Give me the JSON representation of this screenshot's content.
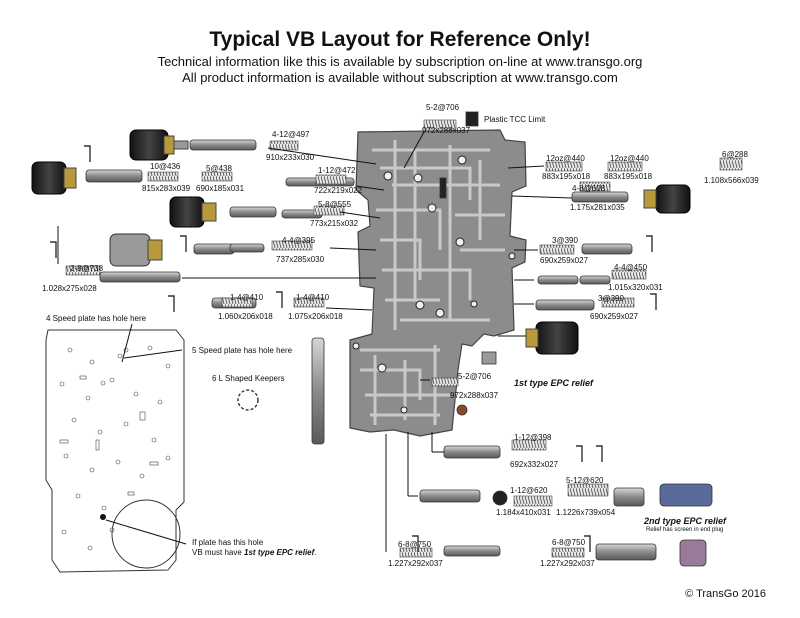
{
  "header": {
    "title": "Typical VB Layout for Reference Only!",
    "line1": "Technical information like this is available by subscription on-line at www.transgo.org",
    "line2": "All product information is available without subscription at www.transgo.com"
  },
  "labels": {
    "s52_top_spec": "5-2@706",
    "s52_top_dims": "972x288x037",
    "tcc_limit": "Plastic TCC Limit",
    "s412_spec": "4-12@497",
    "s412_dims": "910x233x030",
    "s112_spec": "1-12@472",
    "s112_dims": "722x219x022",
    "s10_spec": "10@436",
    "s10_dims": "815x283x039",
    "s5_spec": "5@438",
    "s5_dims": "690x185x031",
    "s58_spec": "5-8@555",
    "s58_dims": "773x215x032",
    "s12oz_a_spec": "12oz@440",
    "s12oz_a_dims": "883x195x018",
    "s12oz_b_spec": "12oz@440",
    "s12oz_b_dims": "883x195x018",
    "s6_spec": "6@288",
    "s6_dims": "1.108x566x039",
    "s48_spec": "4-8@608",
    "s48_dims": "1.175x281x035",
    "s44a_spec": "4-4@395",
    "s44a_dims": "737x285x030",
    "s3a_spec": "3@390",
    "s3a_dims": "690x259x027",
    "s28_spec": "2-8@738",
    "s28_dims": "1.028x275x028",
    "s44b_spec": "4-4@450",
    "s44b_dims": "1.015x320x031",
    "s14a_spec": "1-4@410",
    "s14a_dims": "1.060x206x018",
    "s14b_spec": "1-4@410",
    "s14b_dims": "1.075x206x018",
    "s3b_spec": "3@390",
    "s3b_dims": "690x259x027",
    "s52_bot_spec": "5-2@706",
    "s52_bot_dims": "972x288x037",
    "first_epc": "1st type EPC relief",
    "s112b_spec": "1-12@398",
    "s112b_dims": "692x332x027",
    "s112c_spec": "1-12@620",
    "s112c_dims": "1.184x410x031",
    "s512_spec": "5-12@620",
    "s512_dims": "1.1226x739x054",
    "second_epc": "2nd type EPC relief",
    "second_epc_note": "Relief has screen in end plug",
    "s68a_spec": "6-8@750",
    "s68a_dims": "1.227x292x037",
    "s68b_spec": "6-8@750",
    "s68b_dims": "1.227x292x037"
  },
  "notes": {
    "four_speed": "4 Speed plate has hole here",
    "five_speed": "5 Speed plate has hole here",
    "keepers": "6 L Shaped Keepers",
    "plate_line1": "If plate has this hole",
    "plate_line2_prefix": "VB must have ",
    "plate_line2_emph": "1st type EPC relief",
    "plate_line2_suffix": "."
  },
  "copyright": "© TransGo 2016",
  "colors": {
    "casting": "#8c8c8c",
    "casting_dark": "#5a5a5a",
    "solenoid_body": "#2a2a2a",
    "solenoid_ring": "#b89a3c",
    "spring": "#777777",
    "arrow": "#111111"
  }
}
